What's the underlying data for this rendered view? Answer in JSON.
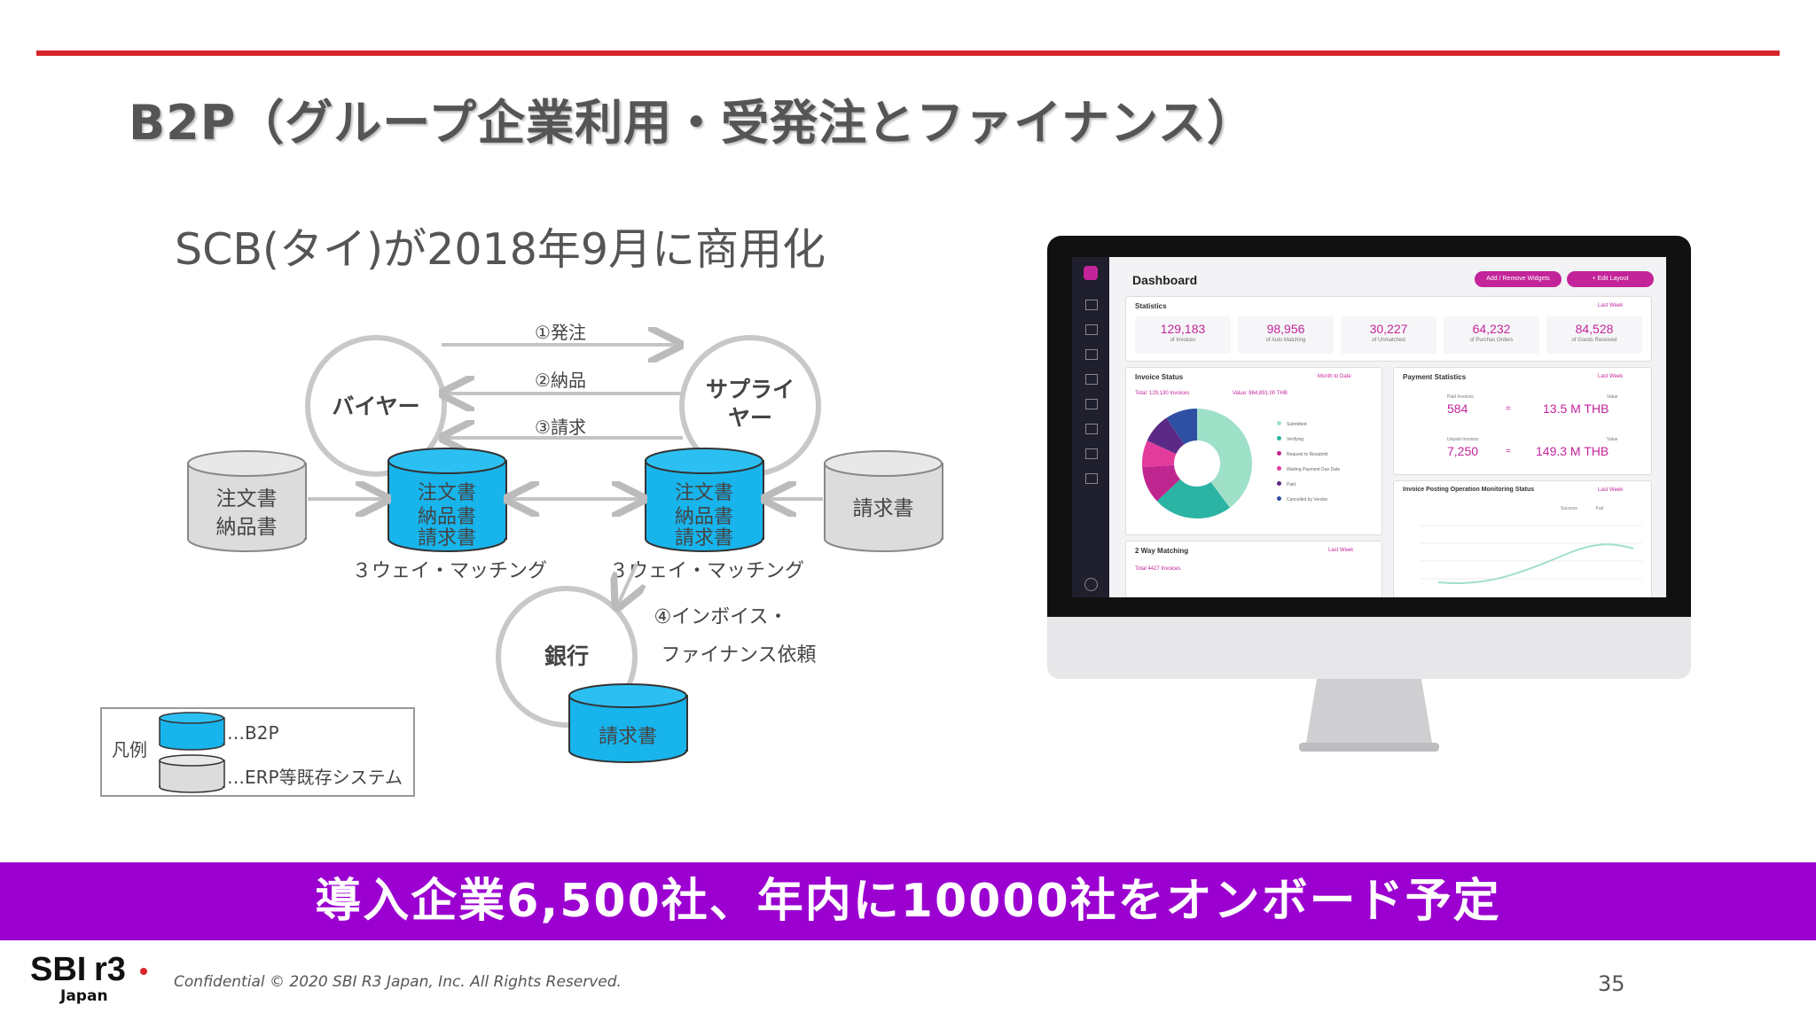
{
  "slide": {
    "title": "B2P（グループ企業利用・受発注とファイナンス）",
    "subtitle": "SCB(タイ)が2018年9月に商用化",
    "banner": "導入企業6,500社、年内に10000社をオンボード予定",
    "footer": "Confidential  © 2020 SBI R3 Japan, Inc.  All Rights Reserved.",
    "page_number": "35",
    "logo": "SBI r3",
    "logo_sub": "Japan",
    "accent_red": "#d6262b",
    "banner_color": "#9b00d0",
    "b2p_color": "#18b4ec"
  },
  "diagram": {
    "buyer": "バイヤー",
    "supplier_line1": "サプライ",
    "supplier_line2": "ヤー",
    "bank": "銀行",
    "flow_order": "①発注",
    "flow_delivery": "②納品",
    "flow_invoice": "③請求",
    "flow_finance_line1": "④インボイス・",
    "flow_finance_line2": "ファイナンス依頼",
    "erp_left_line1": "注文書",
    "erp_left_line2": "納品書",
    "erp_right": "請求書",
    "b2p_doc1": "注文書",
    "b2p_doc2": "納品書",
    "b2p_doc3": "請求書",
    "matching_left": "３ウェイ・マッチング",
    "matching_right": "３ウェイ・マッチング",
    "bank_doc": "請求書",
    "legend_title": "凡例",
    "legend_b2p": "…B2P",
    "legend_erp": "…ERP等既存システム"
  },
  "dashboard": {
    "title": "Dashboard",
    "btn_widgets": "Add / Remove Widgets",
    "btn_layout": "+ Edit Layout",
    "statistics_label": "Statistics",
    "last_week": "Last Week",
    "stats": [
      {
        "value": "129,183",
        "label": "of Invoices"
      },
      {
        "value": "98,956",
        "label": "of Auto Matching"
      },
      {
        "value": "30,227",
        "label": "of Unmatched"
      },
      {
        "value": "64,232",
        "label": "of Purchas Orders"
      },
      {
        "value": "84,528",
        "label": "of Goods Received"
      }
    ],
    "invoice_status": "Invoice Status",
    "month_to_date": "Month to Date",
    "total_invoices": "Total: 129,130 Invoices",
    "total_value": "Value: 864,891.00 THB",
    "legend": [
      "Submitted",
      "Verifying",
      "Request to Resubmit",
      "Waiting Payment Due Date",
      "Paid",
      "Cancelled by Vendor"
    ],
    "payment_statistics": "Payment Statistics",
    "paid_invoices": "Paid Invoices",
    "paid_count": "584",
    "paid_value": "13.5 M THB",
    "unpaid_invoices": "Unpaid Invoices",
    "unpaid_count": "7,250",
    "unpaid_value": "149.3 M THB",
    "value_label": "Value",
    "equals": "=",
    "posting_title": "Invoice Posting Operation Monitoring Status",
    "success": "Success",
    "fail": "Fail",
    "two_way": "2 Way Matching",
    "two_way_total": "Total 4427 Invoices",
    "donut_colors": [
      "#9fe0c9",
      "#2bb3a3",
      "#c0268f",
      "#e23b9c",
      "#5b2a86",
      "#2f4fa2"
    ]
  }
}
